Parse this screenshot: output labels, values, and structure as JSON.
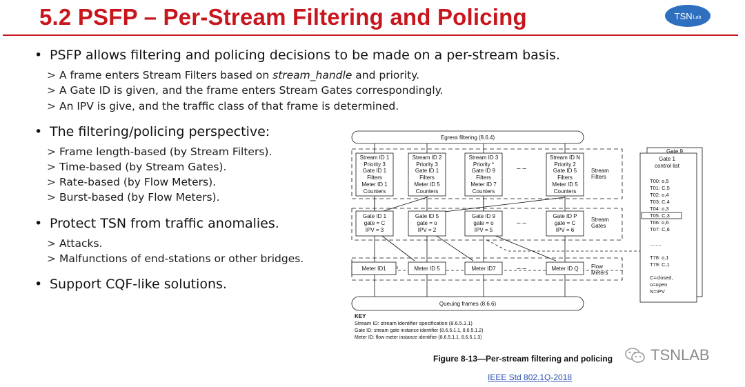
{
  "title": "5.2 PSFP – Per-Stream Filtering and Policing",
  "logo": {
    "main": "TSN",
    "sub": "Lab"
  },
  "bullets": [
    {
      "text": "PSFP allows filtering and policing decisions to be made on a per-stream basis.",
      "subs": [
        {
          "pre": "A frame enters Stream Filters based on ",
          "em": "stream_handle",
          "post": " and priority."
        },
        {
          "pre": "A Gate ID is given, and the frame enters Stream Gates correspondingly.",
          "em": "",
          "post": ""
        },
        {
          "pre": "An IPV is give, and the traffic class of that frame is determined.",
          "em": "",
          "post": ""
        }
      ]
    },
    {
      "text": "The filtering/policing perspective:",
      "subs": [
        {
          "pre": "Frame length-based (by Stream Filters).",
          "em": "",
          "post": ""
        },
        {
          "pre": "Time-based (by Stream Gates).",
          "em": "",
          "post": ""
        },
        {
          "pre": "Rate-based (by Flow Meters).",
          "em": "",
          "post": ""
        },
        {
          "pre": "Burst-based (by Flow Meters).",
          "em": "",
          "post": ""
        }
      ]
    },
    {
      "text": "Protect TSN from traffic anomalies.",
      "subs": [
        {
          "pre": "Attacks.",
          "em": "",
          "post": ""
        },
        {
          "pre": "Malfunctions of end-stations or other bridges.",
          "em": "",
          "post": ""
        }
      ]
    },
    {
      "text": "Support CQF-like solutions.",
      "subs": []
    }
  ],
  "diagram": {
    "egress": "Egress filtering (8.6.4)",
    "queuing": "Queuing frames (8.6.6)",
    "filters": [
      [
        "Stream ID 1",
        "Priority 3",
        "Gate ID 1",
        "Filters",
        "Meter ID 1",
        "Counters"
      ],
      [
        "Stream ID 2",
        "Priority 3",
        "Gate ID 1",
        "Filters",
        "Meter ID 5",
        "Counters"
      ],
      [
        "Stream ID 3",
        "Priority *",
        "Gate ID 9",
        "Filters",
        "Meter ID 7",
        "Counters"
      ],
      [
        "Stream ID N",
        "Priority 2",
        "Gate ID 5",
        "Filters",
        "Meter ID 5",
        "Counters"
      ]
    ],
    "gates": [
      [
        "Gate ID 1",
        "gate = C",
        "IPV = 3"
      ],
      [
        "Gate ID 5",
        "gate = o",
        "IPV = 2"
      ],
      [
        "Gate ID 9",
        "gate = o",
        "IPV = 5"
      ],
      [
        "Gate ID P",
        "gate = C",
        "IPV = 6"
      ]
    ],
    "meters": [
      "Meter ID1",
      "Meter ID 5",
      "Meter ID7",
      "Meter ID Q"
    ],
    "ellipsis": "–  –",
    "group_labels": {
      "filters": [
        "Stream",
        "Filters"
      ],
      "gates": [
        "Stream",
        "Gates"
      ],
      "meters": [
        "Flow",
        "Meters"
      ]
    },
    "gate_list": {
      "back_title": "Gate 9",
      "title": [
        "Gate 1",
        "control list"
      ],
      "entries": [
        "T00: o,5",
        "T01: C,5",
        "T02: o,4",
        "T03: C,4",
        "T04: o,3",
        "T05: C,3",
        "T06: o,6",
        "T07: C,6"
      ],
      "dots": "........",
      "tail": [
        "T78: o,1",
        "T79: C,1"
      ],
      "legend": [
        "C=closed,",
        "o=open",
        "N=IPV"
      ]
    },
    "key": {
      "heading": "KEY",
      "lines": [
        "Stream ID: stream identifier specification (8.6.5.1.1)",
        "Gate ID: stream gate instance identifier (8.6.5.1.1, 8.6.5.1.2)",
        "Meter ID: flow meter instance identifier (8.6.5.1.1, 8.6.5.1.3)"
      ]
    }
  },
  "caption": "Figure 8-13—Per-stream filtering and policing",
  "source_link": "IEEE Std 802.1Q-2018",
  "brand": "TSNLAB"
}
